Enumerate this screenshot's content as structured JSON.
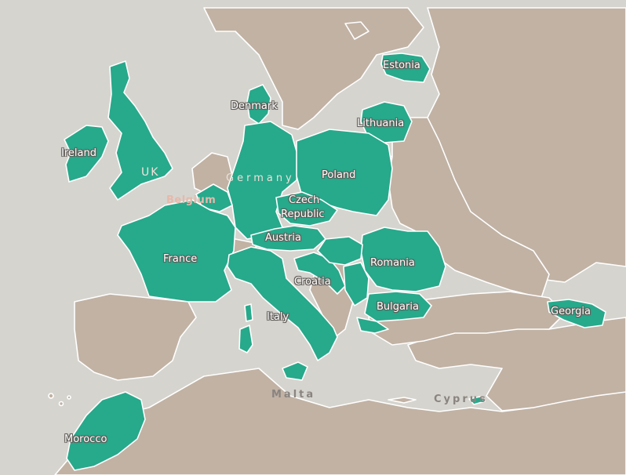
{
  "map": {
    "colors": {
      "sea": "#d6d4ce",
      "land": "#c1b2a4",
      "highlight": "#27a98b",
      "border": "#ffffff"
    },
    "labels": {
      "estonia": "Estonia",
      "denmark": "Denmark",
      "lithuania": "Lithuania",
      "ireland": "Ireland",
      "uk": "UK",
      "poland": "Poland",
      "germany": "Germany",
      "belgium": "Belgium",
      "czech_line1": "Czech",
      "czech_line2": "Republic",
      "austria": "Austria",
      "france": "France",
      "romania": "Romania",
      "croatia": "Croatia",
      "bulgaria": "Bulgaria",
      "italy": "Italy",
      "georgia": "Georgia",
      "malta": "Malta",
      "cyprus": "Cyprus",
      "morocco": "Morocco"
    }
  }
}
